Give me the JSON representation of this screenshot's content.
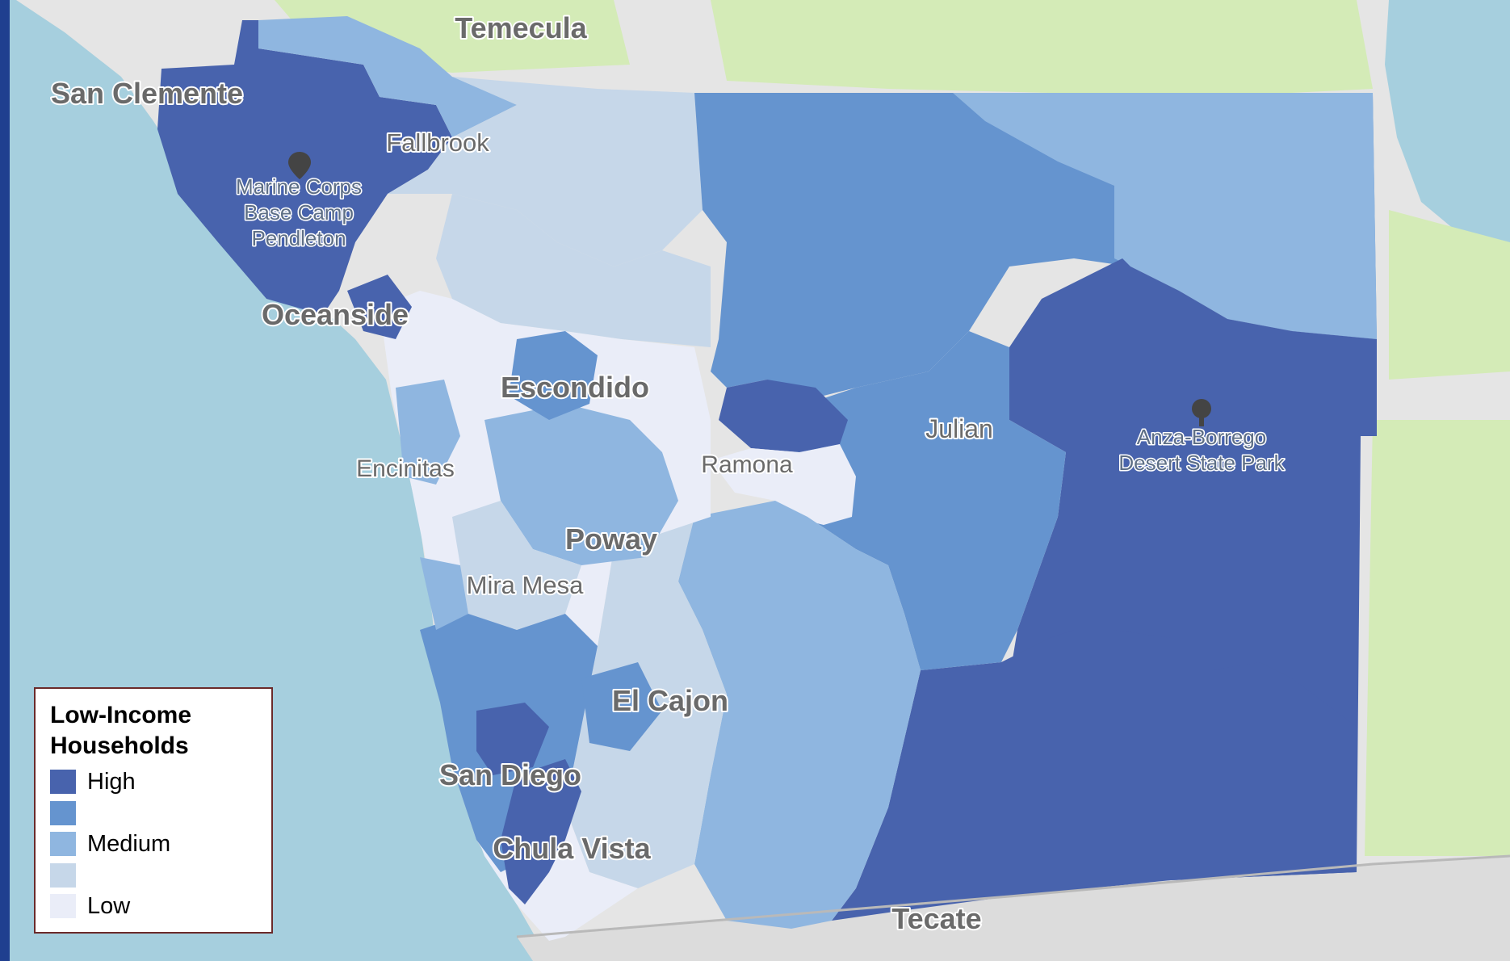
{
  "map": {
    "places": [
      {
        "key": "temecula",
        "text": "Temecula"
      },
      {
        "key": "san-clemente",
        "text": "San Clemente"
      },
      {
        "key": "fallbrook",
        "text": "Fallbrook"
      },
      {
        "key": "oceanside",
        "text": "Oceanside"
      },
      {
        "key": "escondido",
        "text": "Escondido"
      },
      {
        "key": "encinitas",
        "text": "Encinitas"
      },
      {
        "key": "ramona",
        "text": "Ramona"
      },
      {
        "key": "julian",
        "text": "Julian"
      },
      {
        "key": "poway",
        "text": "Poway"
      },
      {
        "key": "mira-mesa",
        "text": "Mira Mesa"
      },
      {
        "key": "el-cajon",
        "text": "El Cajon"
      },
      {
        "key": "san-diego",
        "text": "San Diego"
      },
      {
        "key": "chula-vista",
        "text": "Chula Vista"
      },
      {
        "key": "tecate",
        "text": "Tecate"
      }
    ],
    "pois": [
      {
        "key": "pendleton",
        "lines": [
          "Marine Corps",
          "Base Camp",
          "Pendleton"
        ],
        "icon": "map-pin-icon"
      },
      {
        "key": "anza-borrego",
        "lines": [
          "Anza-Borrego",
          "Desert State Park"
        ],
        "icon": "tree-icon"
      }
    ]
  },
  "legend": {
    "title_line1": "Low-Income",
    "title_line2": "Households",
    "items": [
      {
        "label": "High",
        "color": "#4863ad"
      },
      {
        "label": "",
        "color": "#6594cf"
      },
      {
        "label": "Medium",
        "color": "#8fb6e0"
      },
      {
        "label": "",
        "color": "#c6d7e9"
      },
      {
        "label": "Low",
        "color": "#eaedf8"
      }
    ]
  },
  "colors": {
    "ocean": "#a6cfde",
    "land": "#e5e5e5",
    "park": "#d4ebb7",
    "high": "#4863ad",
    "medium_high": "#6594cf",
    "medium": "#8fb6e0",
    "medium_low": "#c6d7e9",
    "low": "#eaedf8",
    "frame": "#1f3f8f"
  }
}
